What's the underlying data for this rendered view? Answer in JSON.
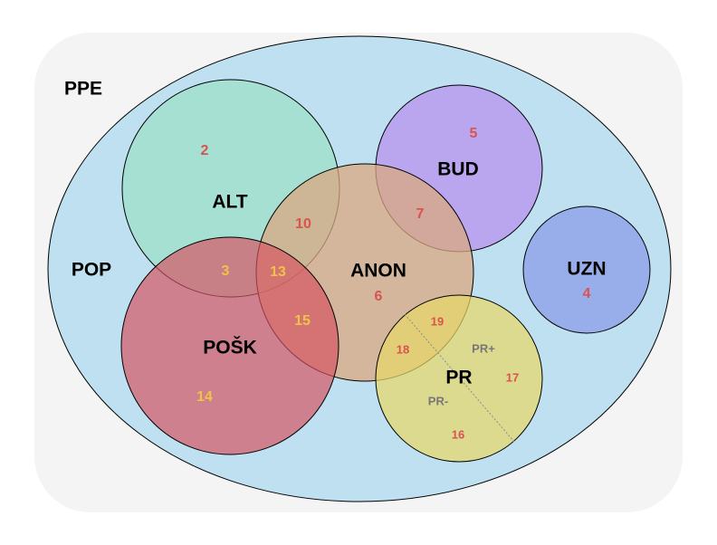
{
  "sets": {
    "ppe": {
      "label": "PPE"
    },
    "pop": {
      "label": "POP"
    },
    "alt": {
      "label": "ALT"
    },
    "bud": {
      "label": "BUD"
    },
    "anon": {
      "label": "ANON"
    },
    "uzn": {
      "label": "UZN"
    },
    "posk": {
      "label": "POŠK"
    },
    "pr": {
      "label": "PR",
      "sub_plus": "PR+",
      "sub_minus": "PR-"
    }
  },
  "regions": {
    "r2": "2",
    "r3": "3",
    "r4": "4",
    "r5": "5",
    "r6": "6",
    "r7": "7",
    "r10": "10",
    "r13": "13",
    "r14": "14",
    "r15": "15",
    "r16": "16",
    "r17": "17",
    "r18": "18",
    "r19": "19"
  },
  "colors": {
    "ppe_fill": "#f4f4f4",
    "pop_fill": "#bfe0f0",
    "alt_fill": "#a5e0d2",
    "bud_fill": "#b9a6ee",
    "anon_fill": "#d9b79c",
    "uzn_fill": "#98aeea",
    "posk_fill": "#d47b87",
    "pr_fill": "#dccf8a",
    "number_red": "#d9534f",
    "number_yellow": "#f0c24a"
  }
}
